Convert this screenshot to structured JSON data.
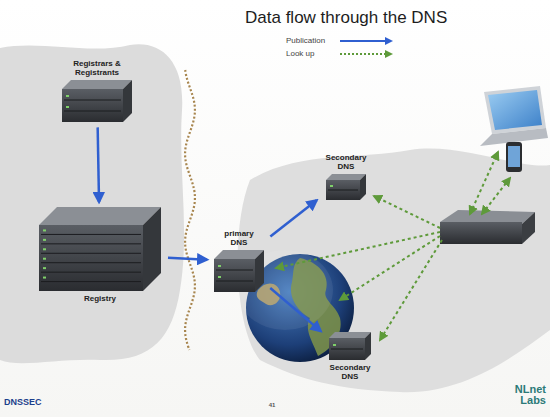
{
  "diagram": {
    "title": "Data flow through the DNS",
    "nodes": [
      {
        "text": [
          "Registrars & Registrants"
        ]
      },
      {
        "text": [
          "Registry"
        ]
      },
      {
        "text": [
          "primary DNS"
        ]
      },
      {
        "text": [
          "Secondary DNS"
        ]
      },
      {
        "text": [
          "Secondary DNS"
        ]
      }
    ],
    "edges": [
      {
        "from": 0,
        "to": 1,
        "arrow": "to"
      },
      {
        "from": 1,
        "to": 2,
        "arrow": "to"
      },
      {
        "from": 2,
        "to": 3,
        "arrow": "to"
      },
      {
        "from": 2,
        "to": 4,
        "arrow": "to"
      }
    ],
    "labels": [
      "DNSSEC",
      "41",
      "NLnet Labs"
    ],
    "legend": [
      {
        "text": "Publication"
      },
      {
        "text": "Look up"
      }
    ]
  }
}
